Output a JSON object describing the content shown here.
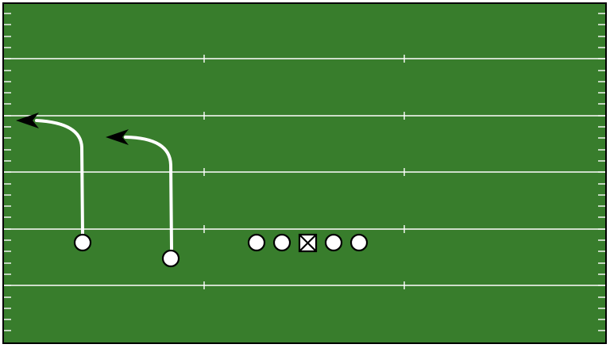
{
  "diagram": {
    "kind": "football-play-diagram",
    "field_color": "#387d2c",
    "line_color": "#ffffff",
    "border_color": "#000000",
    "route_color": "#ffffff",
    "arrow_color": "#000000",
    "player_fill": "#ffffff",
    "player_stroke": "#000000",
    "offense": [
      {
        "name": "receiver-wide-left",
        "symbol": "circle",
        "route": "go-then-out-left"
      },
      {
        "name": "receiver-slot-left",
        "symbol": "circle",
        "route": "go-then-out-left"
      },
      {
        "name": "left-tackle",
        "symbol": "circle"
      },
      {
        "name": "left-guard",
        "symbol": "circle"
      },
      {
        "name": "center",
        "symbol": "boxed-x"
      },
      {
        "name": "right-guard",
        "symbol": "circle"
      },
      {
        "name": "right-tackle",
        "symbol": "circle"
      }
    ]
  }
}
